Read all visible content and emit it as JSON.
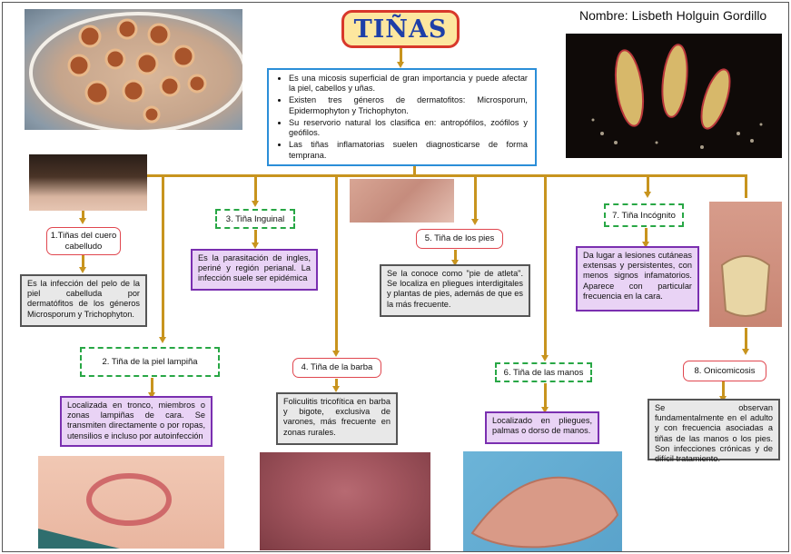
{
  "title": "TIÑAS",
  "author": "Nombre: Lisbeth Holguin Gordillo",
  "intro": [
    "Es una micosis superficial de gran importancia y puede afectar la piel, cabellos y uñas.",
    "Existen tres géneros de dermatofitos: Microsporum, Epidermophyton y Trichophyton.",
    "Su reservorio natural los clasifica en: antropófilos, zoófilos y geófilos.",
    "Las tiñas inflamatorias suelen diagnosticarse de forma temprana."
  ],
  "branches": {
    "b1": {
      "label": "1.Tiñas del cuero cabelludo",
      "desc": "Es la infección del pelo de la piel cabelluda por dermatófitos de los géneros Microsporum y Trichophyton."
    },
    "b2": {
      "label": "2. Tiña de la piel lampiña",
      "desc": "Localizada en tronco, miembros o zonas lampiñas de cara. Se transmiten directamente o por ropas, utensilios e incluso por autoinfección"
    },
    "b3": {
      "label": "3. Tiña Inguinal",
      "desc": "Es la parasitación de ingles, periné y región perianal. La infección suele ser epidémica"
    },
    "b4": {
      "label": "4. Tiña de la barba",
      "desc": "Foliculitis tricofítica en barba y bigote, exclusiva de varones, más frecuente en zonas rurales."
    },
    "b5": {
      "label": "5. Tiña de los pies",
      "desc": "Se la conoce como \"pie de atleta\". Se localiza en pliegues interdigitales y plantas de pies, además de que es la más frecuente."
    },
    "b6": {
      "label": "6. Tiña de las manos",
      "desc": "Localizado en pliegues, palmas o dorso de manos."
    },
    "b7": {
      "label": "7. Tiña Incógnito",
      "desc": "Da lugar a lesiones cutáneas extensas y persistentes, con menos signos infamatorios. Aparece con particular frecuencia en la cara."
    },
    "b8": {
      "label": "8. Onicomicosis",
      "desc": "Se observan fundamentalmente en el adulto y con frecuencia asociadas a tiñas de las manos o los pies. Son infecciones crónicas y de difícil tratamiento."
    }
  },
  "colors": {
    "accent_title_fill": "#fde79f",
    "accent_title_border": "#d8382b",
    "title_text": "#1e3fa8",
    "connector": "#c8941e",
    "dashed_border": "#28a745",
    "pink_border": "#e0474f",
    "violet_fill": "#e9d3f5"
  }
}
